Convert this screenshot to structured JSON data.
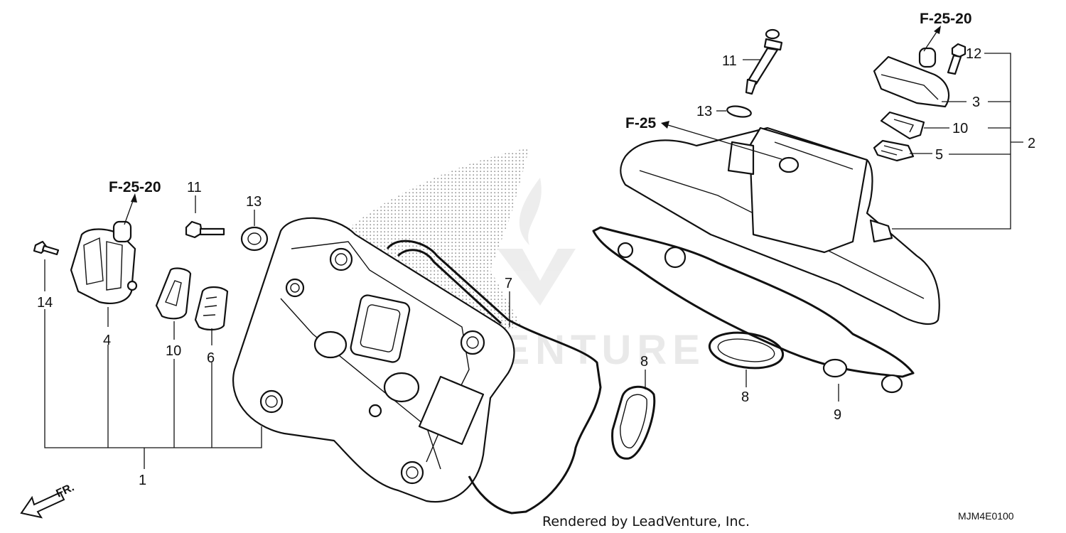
{
  "diagram": {
    "callouts": {
      "c1": "1",
      "c2": "2",
      "c3": "3",
      "c4": "4",
      "c5": "5",
      "c6": "6",
      "c7": "7",
      "c8a": "8",
      "c8b": "8",
      "c9": "9",
      "c10a": "10",
      "c10b": "10",
      "c11a": "11",
      "c11b": "11",
      "c12": "12",
      "c13a": "13",
      "c13b": "13",
      "c14": "14"
    },
    "references": {
      "left": "F-25-20",
      "right_top": "F-25-20",
      "right_mid": "F-25"
    },
    "direction_label": "FR.",
    "credit": "Rendered by LeadVenture, Inc.",
    "diagram_code": "MJM4E0100",
    "watermark": "ADVENTURE"
  }
}
